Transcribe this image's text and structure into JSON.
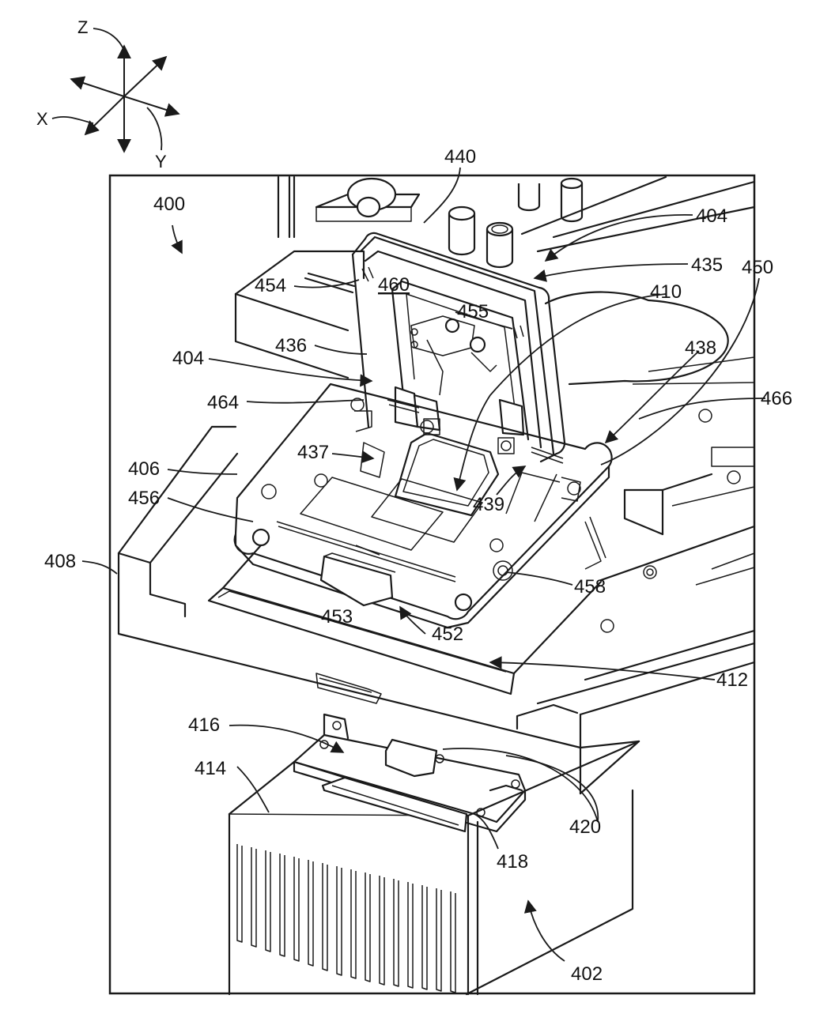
{
  "axes": {
    "z": "Z",
    "x": "X",
    "y": "Y"
  },
  "labels": {
    "l400": "400",
    "l440": "440",
    "l404a": "404",
    "l435": "435",
    "l450": "450",
    "l410": "410",
    "l454": "454",
    "l460": "460",
    "l455": "455",
    "l436": "436",
    "l438": "438",
    "l404b": "404",
    "l466": "466",
    "l464": "464",
    "l437": "437",
    "l406": "406",
    "l439": "439",
    "l456": "456",
    "l408": "408",
    "l458": "458",
    "l453": "453",
    "l452": "452",
    "l412": "412",
    "l416": "416",
    "l414": "414",
    "l420": "420",
    "l418": "418",
    "l402": "402"
  }
}
